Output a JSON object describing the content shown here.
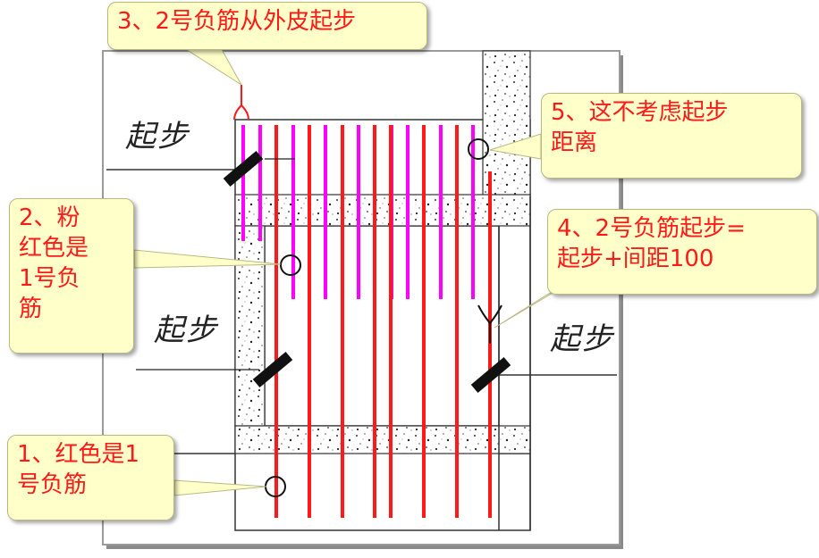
{
  "callouts": {
    "c1": "1、红色是1\n号负筋",
    "c2": "2、粉\n红色是\n1号负\n筋",
    "c3": "3、2号负筋从外皮起步",
    "c4": "4、2号负筋起步=\n起步+间距100",
    "c5": "5、这不考虑起步\n距离"
  },
  "labels": {
    "qibu_top": "起步",
    "qibu_mid": "起步",
    "qibu_right": "起步"
  },
  "colors": {
    "red_bar": "#ff1a1a",
    "pink_bar": "#ff00ff",
    "callout_bg": "#ffffc9",
    "callout_text": "#ff1a1a"
  }
}
